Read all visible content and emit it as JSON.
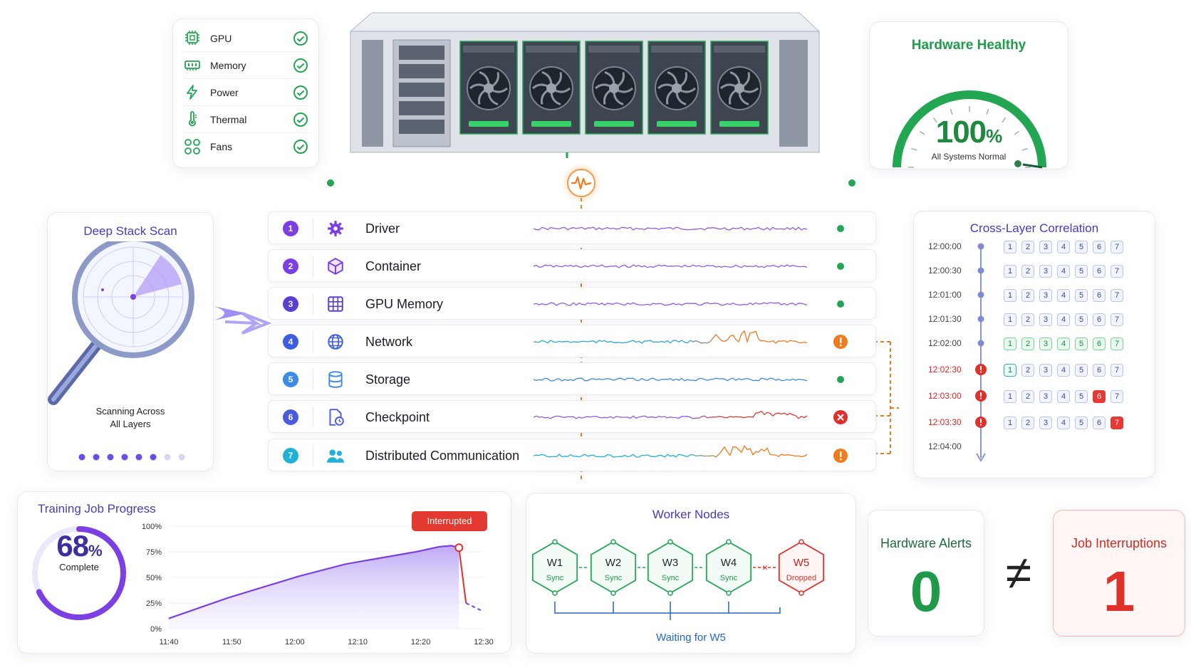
{
  "hardware_list": [
    {
      "label": "GPU",
      "icon": "chip-icon"
    },
    {
      "label": "Memory",
      "icon": "memory-icon"
    },
    {
      "label": "Power",
      "icon": "bolt-icon"
    },
    {
      "label": "Thermal",
      "icon": "thermometer-icon"
    },
    {
      "label": "Fans",
      "icon": "fan-icon"
    }
  ],
  "health": {
    "title": "Hardware Healthy",
    "value": "100",
    "unit": "%",
    "subtitle": "All Systems Normal",
    "level": 1.0
  },
  "scan": {
    "title": "Deep Stack Scan",
    "subtitle_line1": "Scanning Across",
    "subtitle_line2": "All Layers"
  },
  "layers": [
    {
      "num": "1",
      "name": "Driver",
      "status": "ok",
      "color": "#7b3fe4",
      "icon": "gear-icon"
    },
    {
      "num": "2",
      "name": "Container",
      "status": "ok",
      "color": "#7b3fe4",
      "icon": "cube-icon"
    },
    {
      "num": "3",
      "name": "GPU Memory",
      "status": "ok",
      "color": "#5b3fd4",
      "icon": "grid-chip-icon"
    },
    {
      "num": "4",
      "name": "Network",
      "status": "warning",
      "color": "#3b5ee0",
      "icon": "globe-icon"
    },
    {
      "num": "5",
      "name": "Storage",
      "status": "ok",
      "color": "#3d8be6",
      "icon": "database-icon"
    },
    {
      "num": "6",
      "name": "Checkpoint",
      "status": "error",
      "color": "#4a5be0",
      "icon": "file-clock-icon"
    },
    {
      "num": "7",
      "name": "Distributed Communication",
      "status": "warning",
      "color": "#22b1d6",
      "icon": "users-icon"
    }
  ],
  "correlation": {
    "title": "Cross-Layer Correlation",
    "layer_labels": [
      "1",
      "2",
      "3",
      "4",
      "5",
      "6",
      "7"
    ],
    "rows": [
      {
        "time": "12:00:00",
        "state": "normal",
        "boxes": [
          "n",
          "n",
          "n",
          "n",
          "n",
          "n",
          "n"
        ]
      },
      {
        "time": "12:00:30",
        "state": "normal",
        "boxes": [
          "n",
          "n",
          "n",
          "n",
          "n",
          "n",
          "n"
        ]
      },
      {
        "time": "12:01:00",
        "state": "normal",
        "boxes": [
          "n",
          "n",
          "n",
          "n",
          "n",
          "n",
          "n"
        ]
      },
      {
        "time": "12:01:30",
        "state": "normal",
        "boxes": [
          "n",
          "n",
          "n",
          "n",
          "n",
          "n",
          "n"
        ]
      },
      {
        "time": "12:02:00",
        "state": "normal",
        "boxes": [
          "g",
          "g",
          "g",
          "g",
          "g",
          "g",
          "g"
        ]
      },
      {
        "time": "12:02:30",
        "state": "alert",
        "boxes": [
          "t",
          "n",
          "n",
          "n",
          "n",
          "n",
          "n"
        ]
      },
      {
        "time": "12:03:00",
        "state": "alert",
        "boxes": [
          "n",
          "n",
          "n",
          "n",
          "n",
          "r",
          "n"
        ]
      },
      {
        "time": "12:03:30",
        "state": "alert",
        "boxes": [
          "n",
          "n",
          "n",
          "n",
          "n",
          "n",
          "r"
        ]
      },
      {
        "time": "12:04:00",
        "state": "end",
        "boxes": []
      }
    ]
  },
  "training": {
    "title": "Training Job Progress",
    "value": "68",
    "unit": "%",
    "subtitle": "Complete",
    "progress": 0.68,
    "interrupt_label": "Interrupted"
  },
  "chart_data": {
    "type": "area",
    "x_ticks": [
      "11:40",
      "11:50",
      "12:00",
      "12:10",
      "12:20",
      "12:30"
    ],
    "y_ticks": [
      "100%",
      "75%",
      "50%",
      "25%",
      "0%"
    ],
    "ylim": [
      0,
      100
    ],
    "x_minutes": [
      0,
      3,
      6,
      10,
      14,
      18,
      22,
      26,
      30,
      34,
      38,
      42,
      46,
      48,
      49.3,
      50.5,
      53
    ],
    "values": [
      10,
      16,
      22,
      30,
      37,
      44,
      51,
      57,
      63,
      67,
      71,
      75,
      80,
      81,
      79,
      25,
      18
    ],
    "interrupt_index": 14
  },
  "workers": {
    "title": "Worker Nodes",
    "nodes": [
      {
        "name": "W1",
        "state": "Sync",
        "ok": true
      },
      {
        "name": "W2",
        "state": "Sync",
        "ok": true
      },
      {
        "name": "W3",
        "state": "Sync",
        "ok": true
      },
      {
        "name": "W4",
        "state": "Sync",
        "ok": true
      },
      {
        "name": "W5",
        "state": "Dropped",
        "ok": false
      }
    ],
    "waiting": "Waiting for W5"
  },
  "alerts": {
    "title": "Hardware Alerts",
    "value": "0"
  },
  "neq_symbol": "≠",
  "jobs": {
    "title": "Job Interruptions",
    "value": "1"
  },
  "colors": {
    "green": "#22a652",
    "purple": "#7b3fe4",
    "orange": "#f07a1e",
    "red": "#e0302a",
    "blue": "#2466c9"
  }
}
